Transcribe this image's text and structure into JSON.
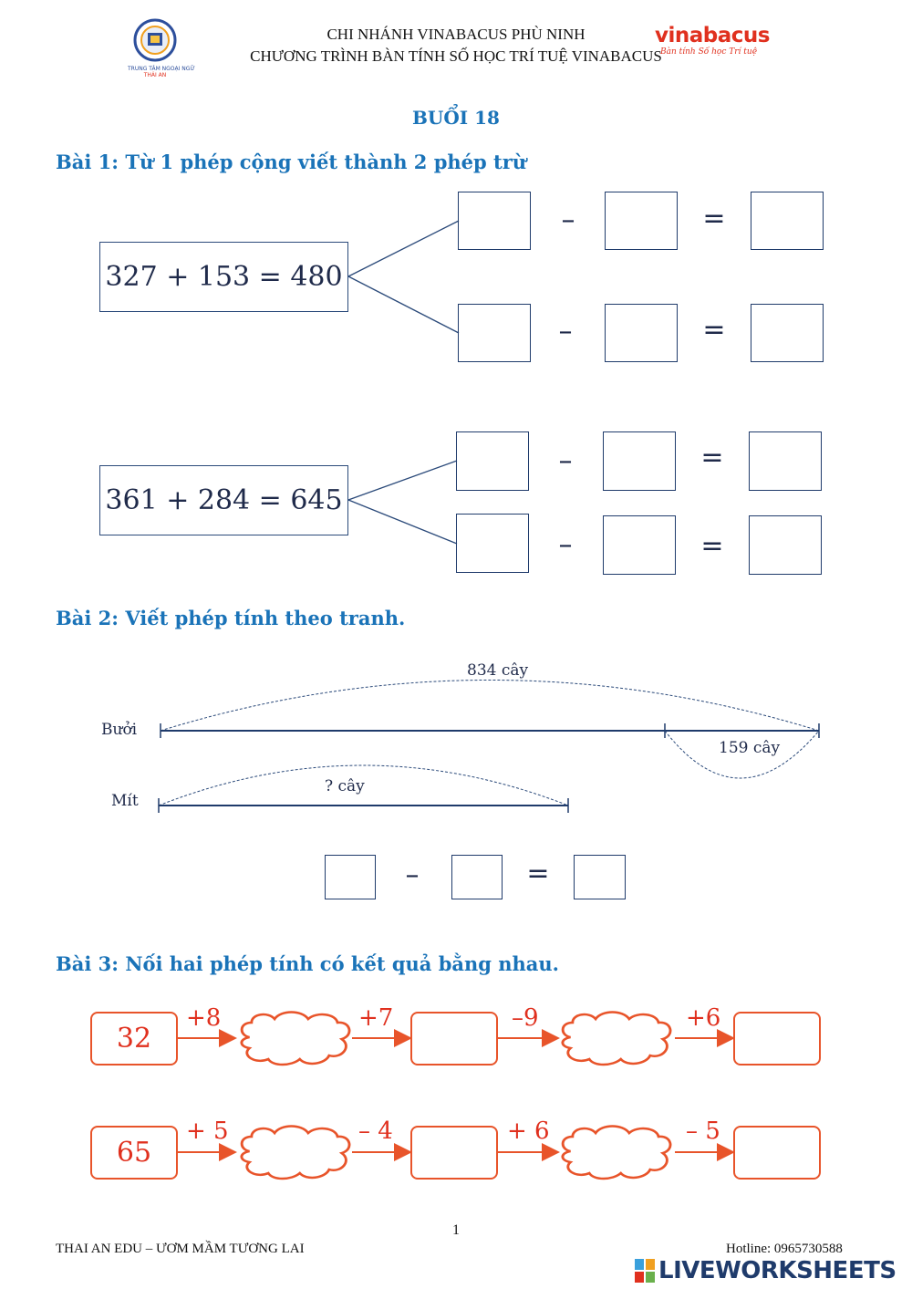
{
  "header": {
    "line1": "CHI NHÁNH VINABACUS PHÙ NINH",
    "line2": "CHƯƠNG TRÌNH BÀN TÍNH SỐ HỌC TRÍ TUỆ VINABACUS",
    "left_logo_text": "TRUNG TÂM NGOẠI NGỮ",
    "left_logo_sub": "THÁI AN",
    "right_logo": "vinabacus",
    "right_logo_tag": "Bàn tính Số học Trí tuệ"
  },
  "lesson_title": "BUỔI 18",
  "bai1": {
    "heading": "Bài 1: Từ 1 phép cộng viết thành 2 phép trừ",
    "equations": [
      "327 + 153 = 480",
      "361 + 284 = 645"
    ],
    "minus": "–",
    "equals": "="
  },
  "bai2": {
    "heading": "Bài 2: Viết phép tính theo tranh.",
    "row1_label": "Bưởi",
    "row2_label": "Mít",
    "total_label": "834 cây",
    "diff_label": "159 cây",
    "question_label": "? cây",
    "minus": "–",
    "equals": "="
  },
  "bai3": {
    "heading": "Bài 3: Nối hai phép tính có kết quả bằng nhau.",
    "rows": [
      {
        "start": "32",
        "ops": [
          "+8",
          "+7",
          "–9",
          "+6"
        ]
      },
      {
        "start": "65",
        "ops": [
          "+ 5",
          "– 4",
          "+ 6",
          "– 5"
        ]
      }
    ]
  },
  "footer": {
    "page_number": "1",
    "left": "THAI AN EDU – ƯƠM MẦM TƯƠNG LAI",
    "right": "Hotline: 0965730588",
    "brand": "LIVEWORKSHEETS"
  },
  "colors": {
    "heading_blue": "#1a73b8",
    "ink_navy": "#1f2a4a",
    "orange": "#e8542a",
    "red_text": "#e0301e"
  }
}
